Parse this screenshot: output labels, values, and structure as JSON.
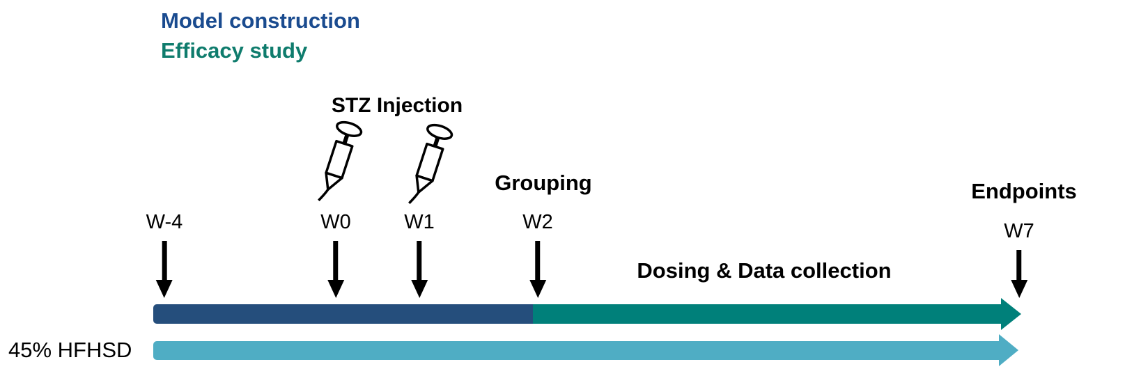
{
  "legend": {
    "items": [
      {
        "label": "Model construction",
        "color": "#1a4b8f"
      },
      {
        "label": "Efficacy study",
        "color": "#0f7c6d"
      }
    ]
  },
  "annotations": {
    "stz": "STZ Injection",
    "grouping": "Grouping",
    "dosing": "Dosing & Data collection",
    "endpoints": "Endpoints",
    "diet": "45% HFHSD"
  },
  "weeks": [
    {
      "label": "W-4"
    },
    {
      "label": "W0"
    },
    {
      "label": "W1"
    },
    {
      "label": "W2"
    },
    {
      "label": "W7"
    }
  ],
  "bars": {
    "study": {
      "segments": [
        {
          "name": "Model construction",
          "from_week": "W-4",
          "to_week": "W2",
          "color": "#254e7c"
        },
        {
          "name": "Efficacy study",
          "from_week": "W2",
          "to_week": "W7",
          "color": "#00807a"
        }
      ]
    },
    "diet": {
      "name": "45% HFHSD",
      "color": "#4fadc4"
    }
  },
  "icons": {
    "syringe_count": 2
  }
}
